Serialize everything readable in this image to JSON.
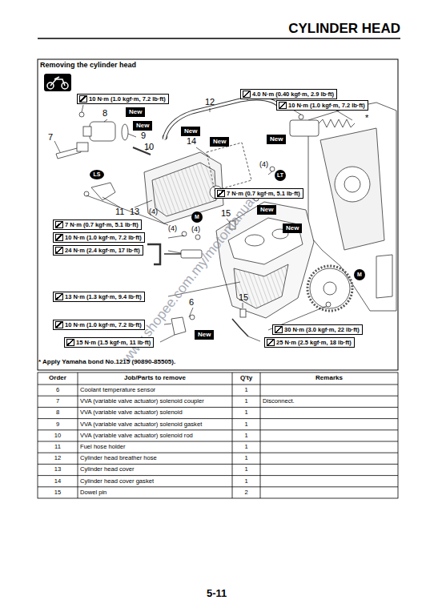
{
  "diagram": {
    "title": "CYLINDER HEAD",
    "nodes": [
      {
        "text": [
          "4.0 N·m (0.40 kgf·m, 2.9 lb·ft)"
        ]
      },
      {
        "text": [
          "10 N·m (1.0 kgf·m, 7.2 lb·ft)"
        ]
      },
      {
        "text": [
          "10 N·m (1.0 kgf·m, 7.2 lb·ft)"
        ]
      },
      {
        "text": [
          "New"
        ]
      },
      {
        "text": [
          "New"
        ]
      },
      {
        "text": [
          "New"
        ]
      },
      {
        "text": [
          "New"
        ]
      },
      {
        "text": [
          "New"
        ]
      },
      {
        "text": [
          "7 N·m (0.7 kgf·m, 5.1 lb·ft)"
        ]
      },
      {
        "text": [
          "New"
        ]
      },
      {
        "text": [
          "7 N·m (0.7 kgf·m, 5.1 lb·ft)"
        ]
      },
      {
        "text": [
          "New"
        ]
      },
      {
        "text": [
          "10 N·m (1.0 kgf·m, 7.2 lb·ft)"
        ]
      },
      {
        "text": [
          "24 N·m (2.4 kgf·m, 17 lb·ft)"
        ]
      },
      {
        "text": [
          "13 N·m (1.3 kgf·m, 9.4 lb·ft)"
        ]
      },
      {
        "text": [
          "10 N·m (1.0 kgf·m, 7.2 lb·ft)"
        ]
      },
      {
        "text": [
          "30 N·m (3.0 kgf·m, 22 lb·ft)"
        ]
      },
      {
        "text": [
          "New"
        ]
      },
      {
        "text": [
          "15 N·m (1.5 kgf·m, 11 lb·ft)"
        ]
      },
      {
        "text": [
          "25 N·m (2.5 kgf·m, 18 lb·ft)"
        ]
      }
    ],
    "labels": [
      "Removing the cylinder head",
      "12",
      "8",
      "9",
      "7",
      "10",
      "14",
      "*",
      "LS",
      "(4)",
      "LT",
      "(4)",
      "M",
      "15",
      "11",
      "13",
      "(4)",
      "(4)",
      "M",
      "6",
      "15",
      "www.shopee.com.my/motomanual",
      "* Apply Yamaha bond No.1215 (90890-85505).",
      "Order",
      "Job/Parts to remove",
      "Q'ty",
      "Remarks",
      "6",
      "Coolant temperature sensor",
      "1",
      "7",
      "VVA (variable valve actuator) solenoid coupler",
      "1",
      "Disconnect.",
      "8",
      "VVA (variable valve actuator) solenoid",
      "1",
      "9",
      "VVA (variable valve actuator) solenoid gasket",
      "1",
      "10",
      "VVA (variable valve actuator) solenoid rod",
      "1",
      "11",
      "Fuel hose holder",
      "1",
      "12",
      "Cylinder head breather hose",
      "1",
      "13",
      "Cylinder head cover",
      "1",
      "14",
      "Cylinder head cover gasket",
      "1",
      "15",
      "Dowel pin",
      "2",
      "5-11"
    ]
  }
}
